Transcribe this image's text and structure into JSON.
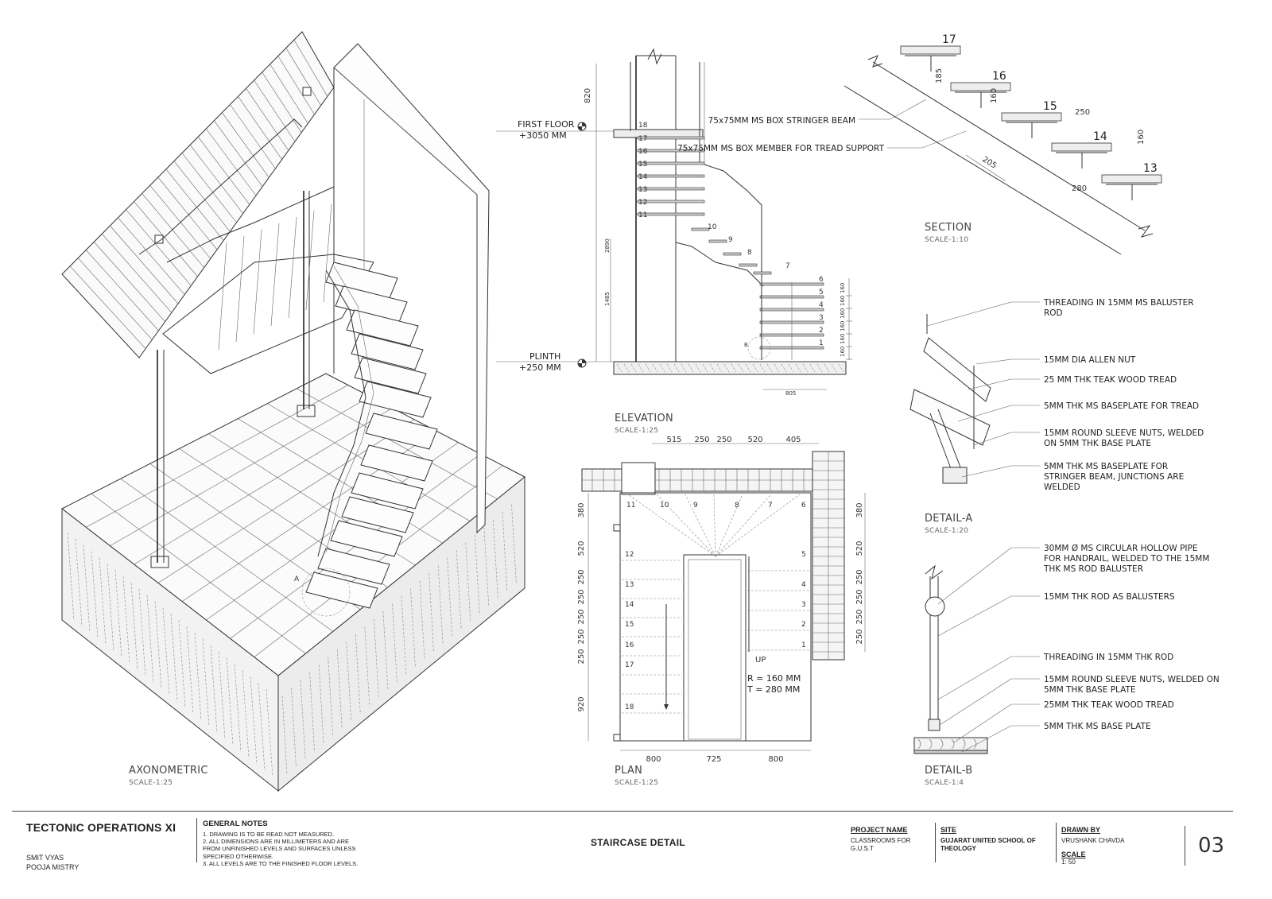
{
  "views": {
    "axonometric": {
      "title": "AXONOMETRIC",
      "scale": "SCALE-1:25",
      "marker": "A"
    },
    "elevation": {
      "title": "ELEVATION",
      "scale": "SCALE-1:25",
      "first_floor_label": "FIRST FLOOR",
      "first_floor_value": "+3050 MM",
      "plinth_label": "PLINTH",
      "plinth_value": "+250 MM",
      "dims": {
        "top": "820",
        "total": "2890",
        "lower": "1485",
        "bottom": "805"
      },
      "riser_dims": [
        "160",
        "160",
        "160",
        "160",
        "160",
        "160"
      ],
      "steps": [
        "1",
        "2",
        "3",
        "4",
        "5",
        "6",
        "7",
        "8",
        "9",
        "10",
        "11",
        "12",
        "13",
        "14",
        "15",
        "16",
        "17",
        "18"
      ],
      "marker": "B"
    },
    "section": {
      "title": "SECTION",
      "scale": "SCALE-1:10",
      "steps": [
        "17",
        "16",
        "15",
        "14",
        "13"
      ],
      "dims": {
        "rise_a": "185",
        "rise_b": "160",
        "rise_c": "160",
        "tread_a": "250",
        "tread_b": "280",
        "slope": "205"
      },
      "note_stringer": "75x75MM MS BOX STRINGER BEAM",
      "note_support": "75x75MM MS BOX MEMBER FOR TREAD SUPPORT"
    },
    "plan": {
      "title": "PLAN",
      "scale": "SCALE-1:25",
      "top_dims": [
        "515",
        "250",
        "250",
        "520",
        "405"
      ],
      "left_dims": [
        "380",
        "520",
        "250",
        "250",
        "250",
        "250",
        "250",
        "920"
      ],
      "right_dims": [
        "380",
        "520",
        "250",
        "250",
        "250",
        "250"
      ],
      "bottom_dims": [
        "800",
        "725",
        "800"
      ],
      "top_steps": [
        "11",
        "10",
        "9",
        "8",
        "7",
        "6"
      ],
      "left_steps": [
        "12",
        "13",
        "14",
        "15",
        "16",
        "17",
        "18"
      ],
      "right_steps": [
        "5",
        "4",
        "3",
        "2",
        "1"
      ],
      "up_label": "UP",
      "riser_note": "R = 160 MM",
      "tread_note": "T = 280 MM"
    },
    "detail_a": {
      "title": "DETAIL-A",
      "scale": "SCALE-1:20",
      "notes": [
        "THREADING IN 15MM MS BALUSTER  ROD",
        "15MM DIA ALLEN NUT",
        "25 MM THK TEAK WOOD TREAD",
        "5MM THK MS BASEPLATE FOR TREAD",
        "15MM ROUND SLEEVE NUTS, WELDED ON 5MM THK BASE PLATE",
        "5MM THK MS BASEPLATE FOR STRINGER BEAM, JUNCTIONS ARE WELDED"
      ]
    },
    "detail_b": {
      "title": "DETAIL-B",
      "scale": "SCALE-1:4",
      "notes": [
        "30MM Ø  MS CIRCULAR HOLLOW PIPE FOR HANDRAIL, WELDED TO THE 15MM THK MS ROD BALUSTER",
        "15MM THK ROD AS BALUSTERS",
        "THREADING IN 15MM THK ROD",
        "15MM ROUND SLEEVE NUTS, WELDED ON 5MM THK BASE PLATE",
        "25MM THK TEAK WOOD TREAD",
        "5MM THK MS BASE PLATE"
      ]
    }
  },
  "title_block": {
    "course": "TECTONIC OPERATIONS XI",
    "students": [
      "SMIT VYAS",
      "POOJA MISTRY"
    ],
    "general_notes_heading": "GENERAL NOTES",
    "general_notes": [
      "1.  DRAWING IS TO BE READ NOT MEASURED.",
      "2. ALL DIMENSIONS ARE IN MILLIMETERS AND ARE FROM UNFINISHED LEVELS AND SURFACES UNLESS SPECIFIED OTHERWISE.",
      "3. ALL LEVELS ARE TO THE FINISHED FLOOR LEVELS."
    ],
    "drawing_title": "STAIRCASE DETAIL",
    "project_name_label": "PROJECT NAME",
    "project_name": "CLASSROOMS FOR G.U.S.T",
    "site_label": "SITE",
    "site": "GUJARAT UNITED SCHOOL OF THEOLOGY",
    "drawn_by_label": "DRAWN BY",
    "drawn_by": "VRUSHANK CHAVDA",
    "scale_label": "SCALE",
    "scale": "1: 50",
    "sheet_number": "03"
  }
}
